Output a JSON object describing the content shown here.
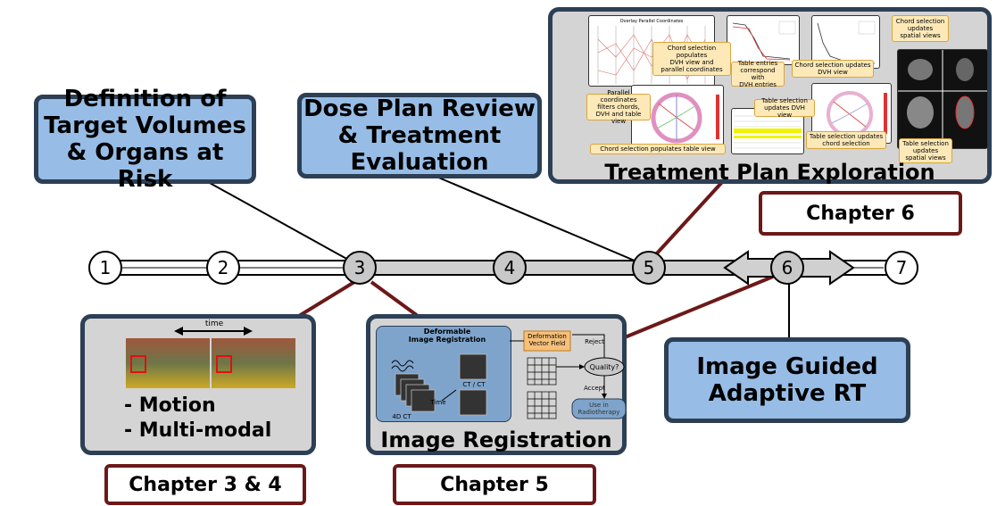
{
  "stages": {
    "definition": "Definition of\nTarget Volumes\n& Organs at Risk",
    "dose_plan": "Dose Plan Review\n& Treatment\nEvaluation",
    "igart": "Image Guided\nAdaptive RT"
  },
  "timeline": {
    "nodes": [
      "1",
      "2",
      "3",
      "4",
      "5",
      "6",
      "7"
    ]
  },
  "chapters": {
    "ch6": "Chapter 6",
    "ch34": "Chapter 3 & 4",
    "ch5": "Chapter 5"
  },
  "exploration": {
    "title": "Treatment Plan Exploration",
    "notes": {
      "chord_populates_dvh": "Chord selection\npopulates\nDVH view and\nparallel coordinates",
      "table_entries": "Table entries\ncorrespond with\nDVH entries",
      "chord_updates_dvh": "Chord selection updates\nDVH view",
      "chord_updates_spatial": "Chord selection\nupdates\nspatial views",
      "parallel_filters": "Parallel coordinates\nfilters chords,\nDVH and table view",
      "table_updates_dvh": "Table selection\nupdates DVH view",
      "table_updates_chord": "Table selection updates\nchord selection",
      "table_updates_spatial": "Table selection\nupdates\nspatial views",
      "chord_populates_table": "Chord selection populates table view"
    },
    "panel_title": "Overlay Parallel Coordinates"
  },
  "motion": {
    "time_label": "time",
    "items": "- Motion\n- Multi-modal"
  },
  "registration": {
    "title": "Image Registration",
    "dir_title": "Deformable\nImage Registration",
    "dvf": "Deformation\nVector Field",
    "reject": "Reject",
    "quality": "Quality?",
    "accept": "Accept",
    "use_rt": "Use in\nRadiotherapy",
    "ct_ct": "CT / CT",
    "time": "Time",
    "ct4d": "4D CT"
  },
  "colors": {
    "blue_fill": "#97bde6",
    "dark_border": "#2c3f55",
    "chapter_border": "#6d1818",
    "gray_fill": "#d4d4d4",
    "note_fill": "#fde9b8"
  }
}
